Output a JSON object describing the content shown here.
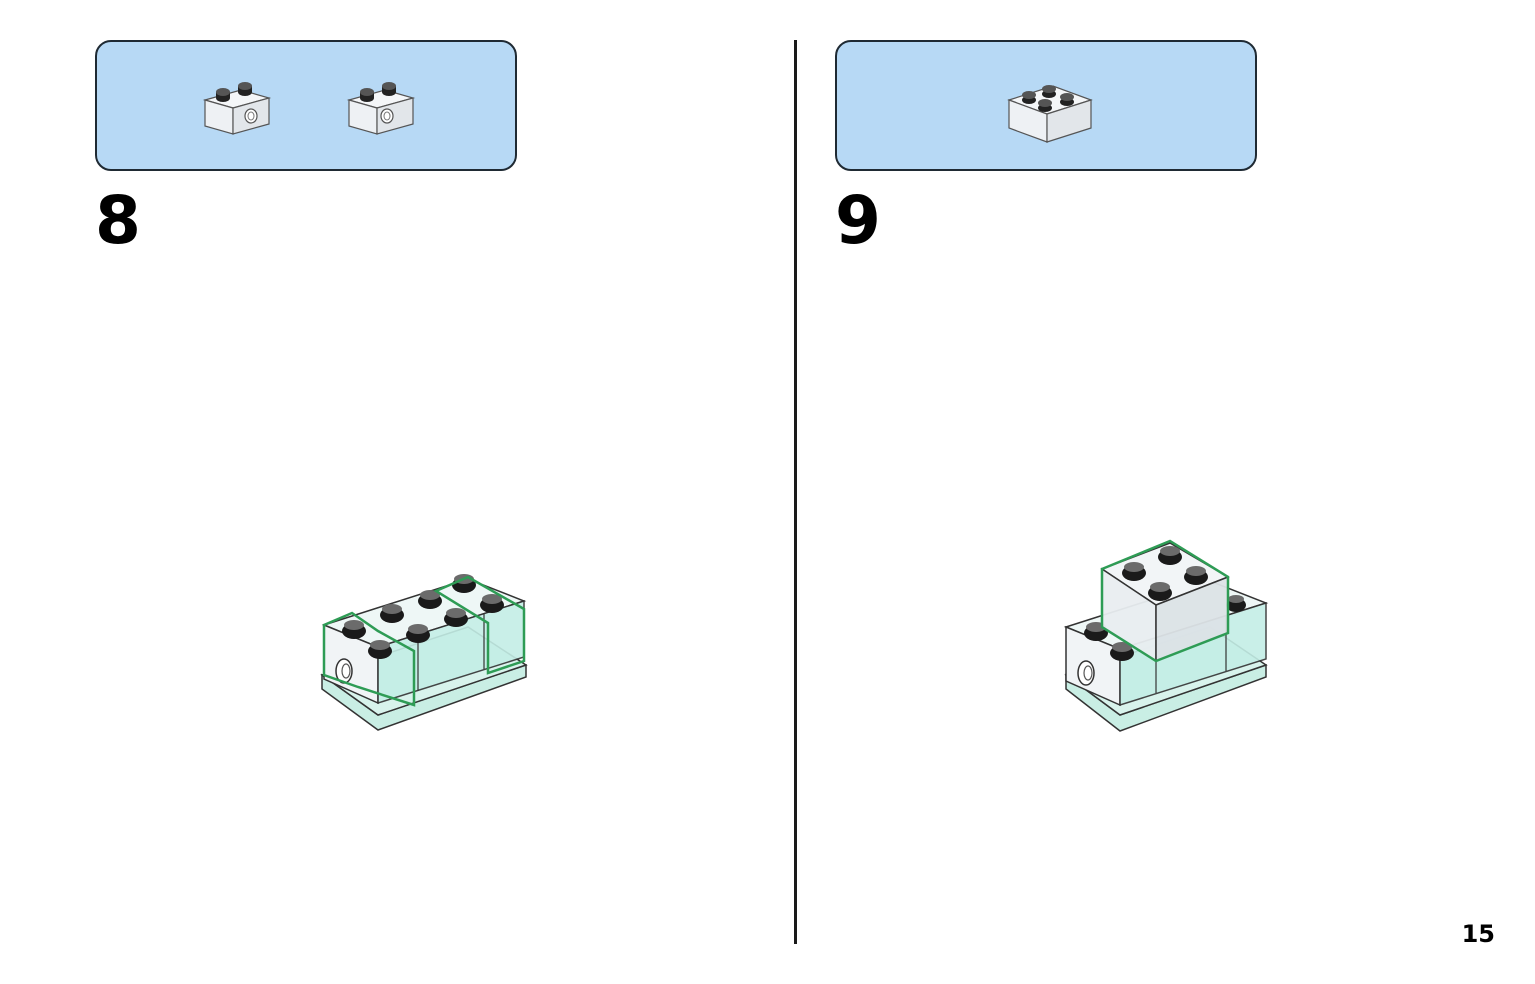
{
  "steps": [
    {
      "number": "8",
      "parts": [
        "brick-1x2-technic-transparent",
        "brick-1x2-technic-transparent"
      ]
    },
    {
      "number": "9",
      "parts": [
        "brick-2x2-transparent"
      ]
    }
  ],
  "page_number": "15",
  "colors": {
    "parts_box_bg": "#b7d9f5",
    "highlight_outline": "#2e9c55",
    "stud": "#1a1a1a",
    "plate_tint": "#c9eee4"
  }
}
